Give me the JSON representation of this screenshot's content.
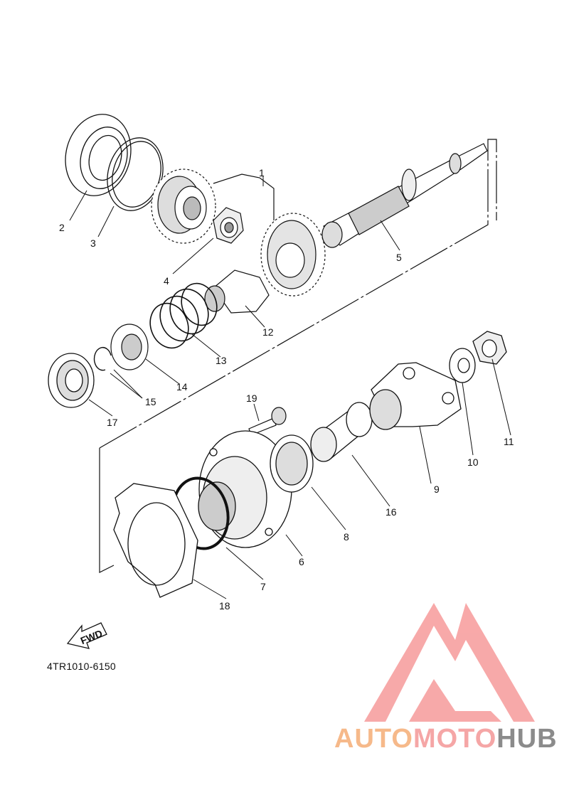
{
  "diagram": {
    "part_labels": [
      "1",
      "2",
      "3",
      "4",
      "5",
      "6",
      "7",
      "8",
      "9",
      "10",
      "11",
      "12",
      "13",
      "14",
      "15",
      "16",
      "17",
      "18",
      "19"
    ],
    "fwd_label": "FWD",
    "drawing_code": "4TR1010-6150"
  },
  "watermark": {
    "part1": "AUTO",
    "part2": "MOTO",
    "part3": "HUB",
    "colors": {
      "auto": "#f6b98a",
      "moto": "#f5a6a6",
      "hub": "#8b8b8b",
      "logo": "#f7a0a0"
    }
  }
}
